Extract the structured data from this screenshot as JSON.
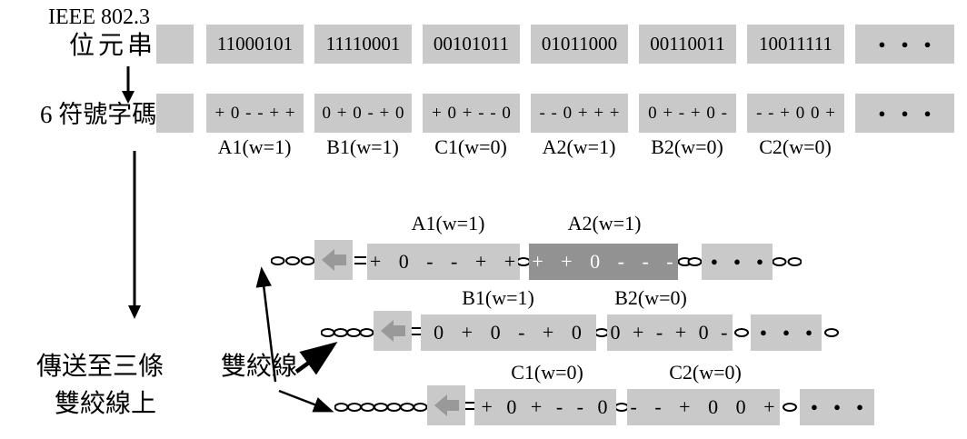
{
  "colors": {
    "box_light": "#c9c9c9",
    "box_dark": "#929292",
    "arrow_gray": "#999999"
  },
  "flow": {
    "source_label_line1": "IEEE 802.3",
    "source_label_line2": "位元串",
    "encoded_label": "6 符號字碼",
    "transmit_label_line1": "傳送至三條",
    "transmit_label_line2": "雙絞線上",
    "twisted_pair_label": "雙絞線"
  },
  "bitstream": {
    "groups": [
      "11000101",
      "11110001",
      "00101011",
      "01011000",
      "00110011",
      "10011111"
    ],
    "ellipsis": "● ● ●"
  },
  "codewords": {
    "groups": [
      "+ 0 - - + +",
      "0 + 0 - + 0",
      "+ 0 + - - 0",
      "- - 0 + + +",
      "0 + - + 0 -",
      "- - + 0 0 +"
    ],
    "labels": [
      "A1(w=1)",
      "B1(w=1)",
      "C1(w=0)",
      "A2(w=1)",
      "B2(w=0)",
      "C2(w=0)"
    ],
    "ellipsis": "● ● ●"
  },
  "wires": [
    {
      "label1": "A1(w=1)",
      "label2": "A2(w=1)",
      "code1": "+ 0 - - + +",
      "code2": "+ + 0 - - -",
      "ellipsis": "● ● ●"
    },
    {
      "label1": "B1(w=1)",
      "label2": "B2(w=0)",
      "code1": "0 + 0 - + 0",
      "code2": "0 + - + 0 -",
      "ellipsis": "● ● ●"
    },
    {
      "label1": "C1(w=0)",
      "label2": "C2(w=0)",
      "code1": "+ 0 + - - 0",
      "code2": "- - + 0 0 +",
      "ellipsis": "● ● ●"
    }
  ]
}
